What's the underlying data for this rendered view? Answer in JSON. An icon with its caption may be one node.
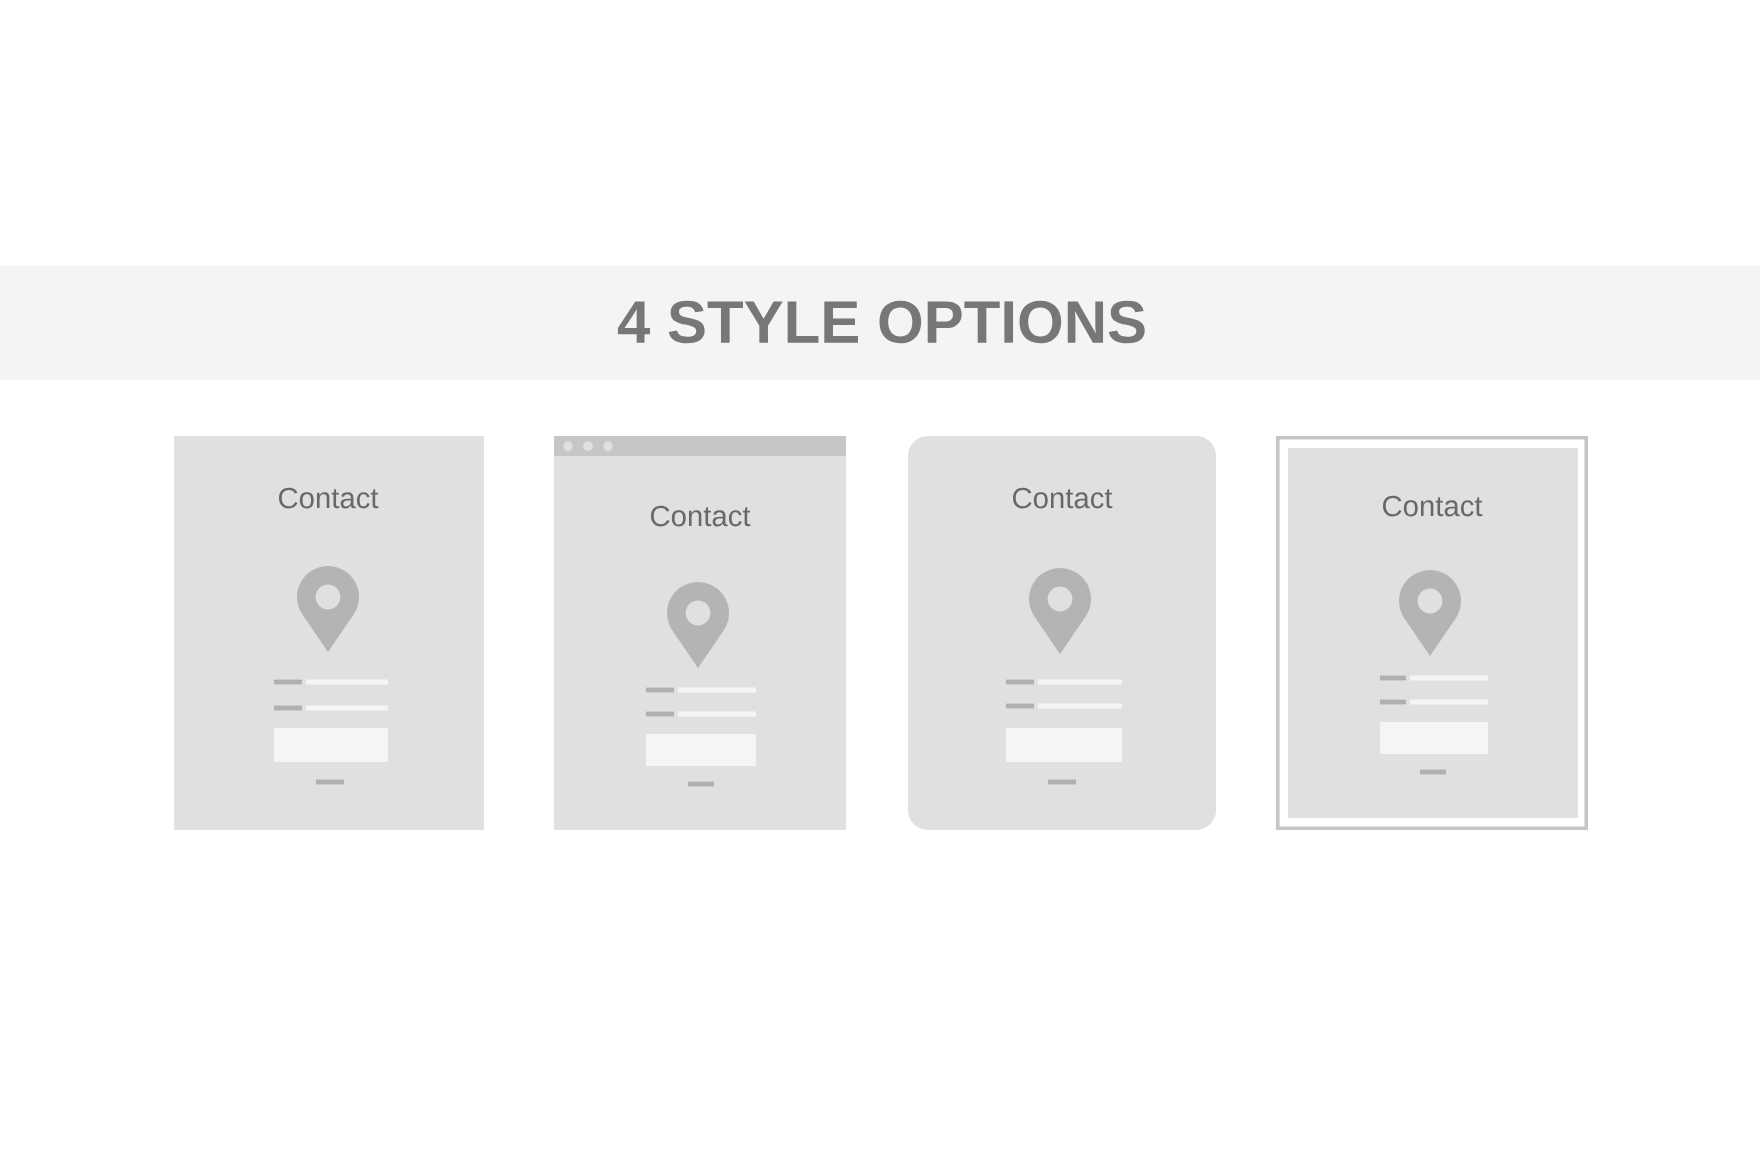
{
  "diagram": {
    "title": "4 STYLE OPTIONS",
    "nodes": [
      {
        "text": [
          "Contact"
        ]
      },
      {
        "text": [
          "Contact"
        ]
      },
      {
        "text": [
          "Contact"
        ]
      },
      {
        "text": [
          "Contact"
        ]
      }
    ]
  }
}
